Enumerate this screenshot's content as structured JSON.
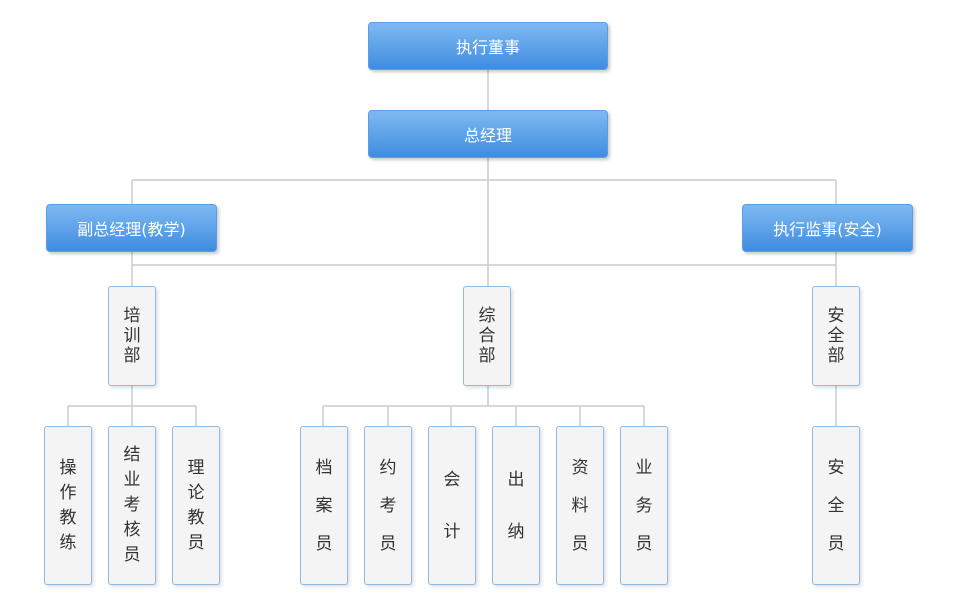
{
  "org_chart": {
    "root": "执行董事",
    "level2": "总经理",
    "deputies": [
      "副总经理(教学)",
      "执行监事(安全)"
    ],
    "departments": [
      {
        "name": "培训部",
        "staff": [
          "操作教练",
          "结业考核员",
          "理论教员"
        ]
      },
      {
        "name": "综合部",
        "staff": [
          "档案员",
          "约考员",
          "会计",
          "出纳",
          "资料员",
          "业务员"
        ]
      },
      {
        "name": "安全部",
        "staff": [
          "安全员"
        ]
      }
    ]
  },
  "colors": {
    "primary": "#4a90e2",
    "line": "#cccccc",
    "leaf_bg": "#f4f4f4",
    "leaf_border": "#8fbbe3"
  }
}
